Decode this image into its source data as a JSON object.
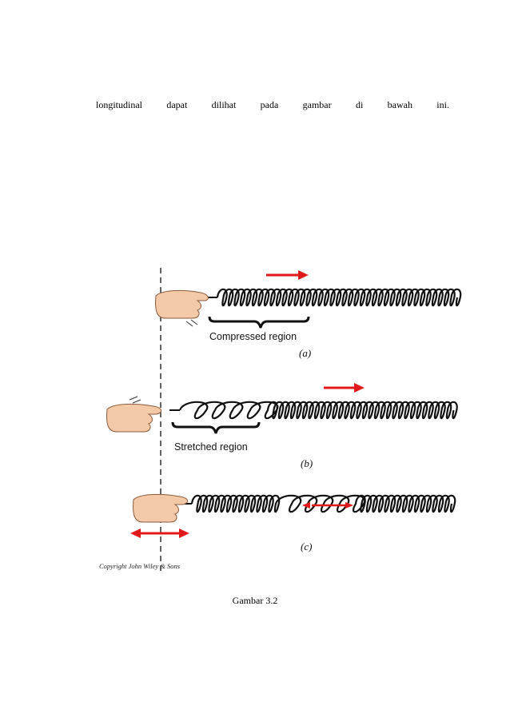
{
  "text": {
    "words": [
      "longitudinal",
      "dapat",
      "dilihat",
      "pada",
      "gambar",
      "di",
      "bawah",
      "ini."
    ]
  },
  "figure": {
    "panels": [
      {
        "region_label": "Compressed region",
        "sublabel": "(a)"
      },
      {
        "region_label": "Stretched region",
        "sublabel": "(b)"
      },
      {
        "sublabel": "(c)"
      }
    ],
    "copyright": "Copyright John Wiley & Sons",
    "caption": "Gambar 3.2",
    "colors": {
      "arrow": "#e01a1a",
      "coil": "#111111",
      "skin": "#f3c9a8"
    }
  }
}
